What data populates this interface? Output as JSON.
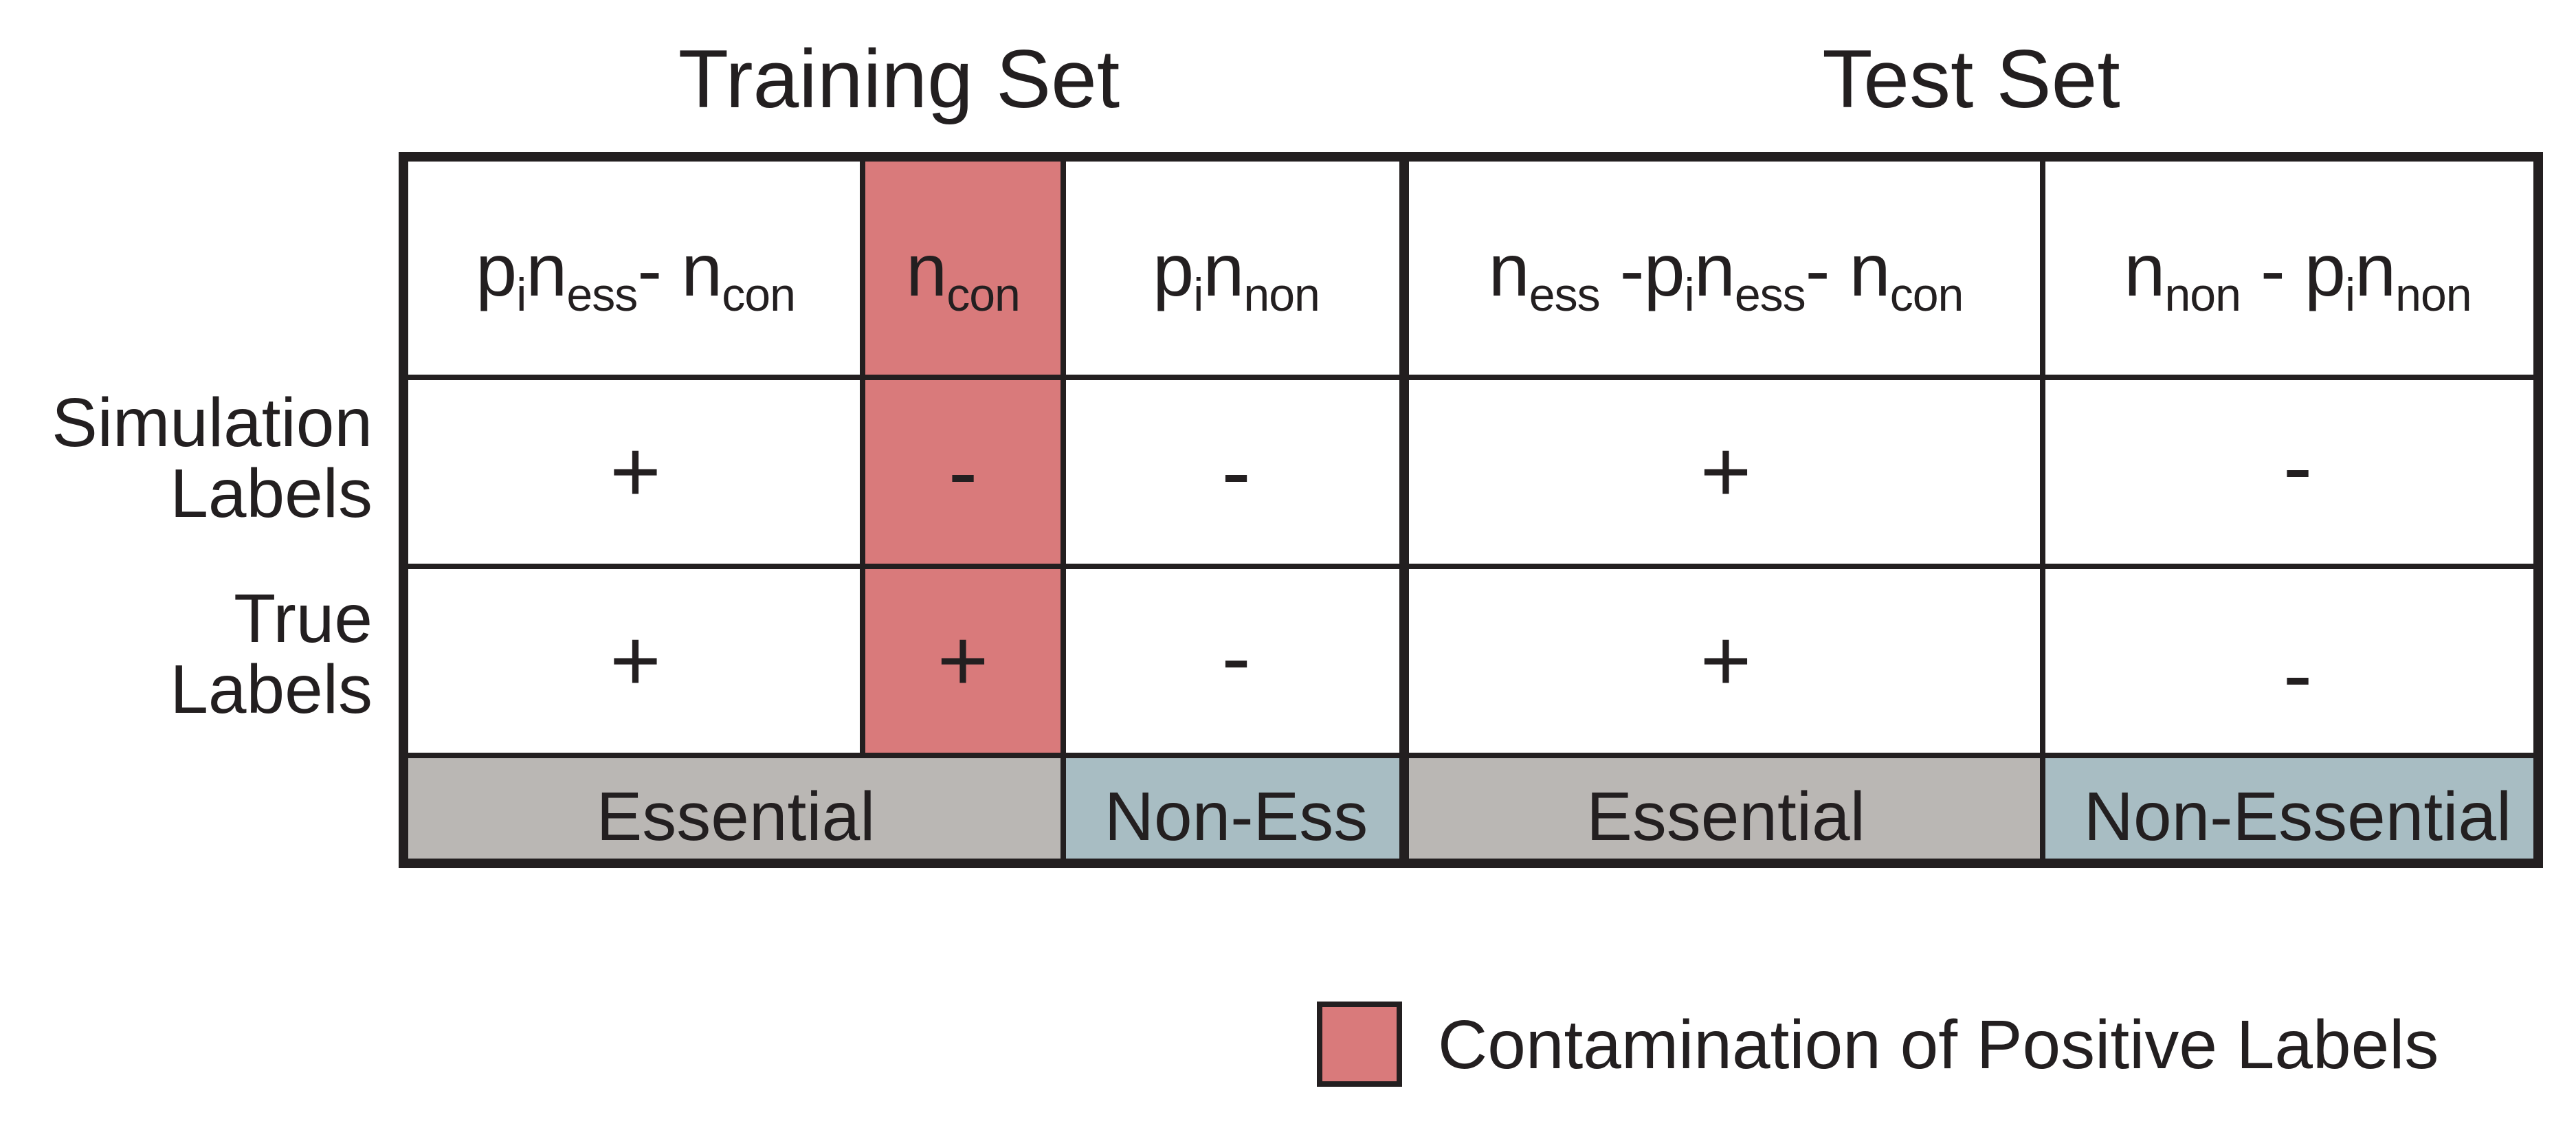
{
  "titles": {
    "training": "Training Set",
    "test": "Test Set"
  },
  "row_labels": {
    "simulation": [
      "Simulation",
      "Labels"
    ],
    "true": [
      "True",
      "Labels"
    ]
  },
  "header": {
    "col1": [
      {
        "t": "p"
      },
      {
        "t": "i",
        "sub": true
      },
      {
        "t": "n"
      },
      {
        "t": "ess",
        "sub": true
      },
      {
        "t": "- n"
      },
      {
        "t": "con",
        "sub": true
      }
    ],
    "col2": [
      {
        "t": "n"
      },
      {
        "t": "con",
        "sub": true
      }
    ],
    "col3": [
      {
        "t": "p"
      },
      {
        "t": "i",
        "sub": true
      },
      {
        "t": "n"
      },
      {
        "t": "non",
        "sub": true
      }
    ],
    "col4": [
      {
        "t": "n"
      },
      {
        "t": "ess",
        "sub": true
      },
      {
        "t": " -p"
      },
      {
        "t": "i",
        "sub": true
      },
      {
        "t": "n"
      },
      {
        "t": "ess",
        "sub": true
      },
      {
        "t": "- n"
      },
      {
        "t": "con",
        "sub": true
      }
    ],
    "col5": [
      {
        "t": "n"
      },
      {
        "t": "non",
        "sub": true
      },
      {
        "t": " - p"
      },
      {
        "t": "i",
        "sub": true
      },
      {
        "t": "n"
      },
      {
        "t": "non",
        "sub": true
      }
    ]
  },
  "simulation_signs": [
    "+",
    "-",
    "-",
    "+",
    "-"
  ],
  "true_signs": [
    "+",
    "+",
    "-",
    "+",
    "-"
  ],
  "footer": {
    "train_essential": "Essential",
    "train_nonessential": "Non-Ess",
    "test_essential": "Essential",
    "test_nonessential": "Non-Essential"
  },
  "legend": {
    "label": "Contamination of Positive Labels"
  },
  "colors": {
    "contamination": "#d97a7b",
    "essential": "#bab7b4",
    "non_essential": "#a8bdc3",
    "ink": "#231f20"
  }
}
